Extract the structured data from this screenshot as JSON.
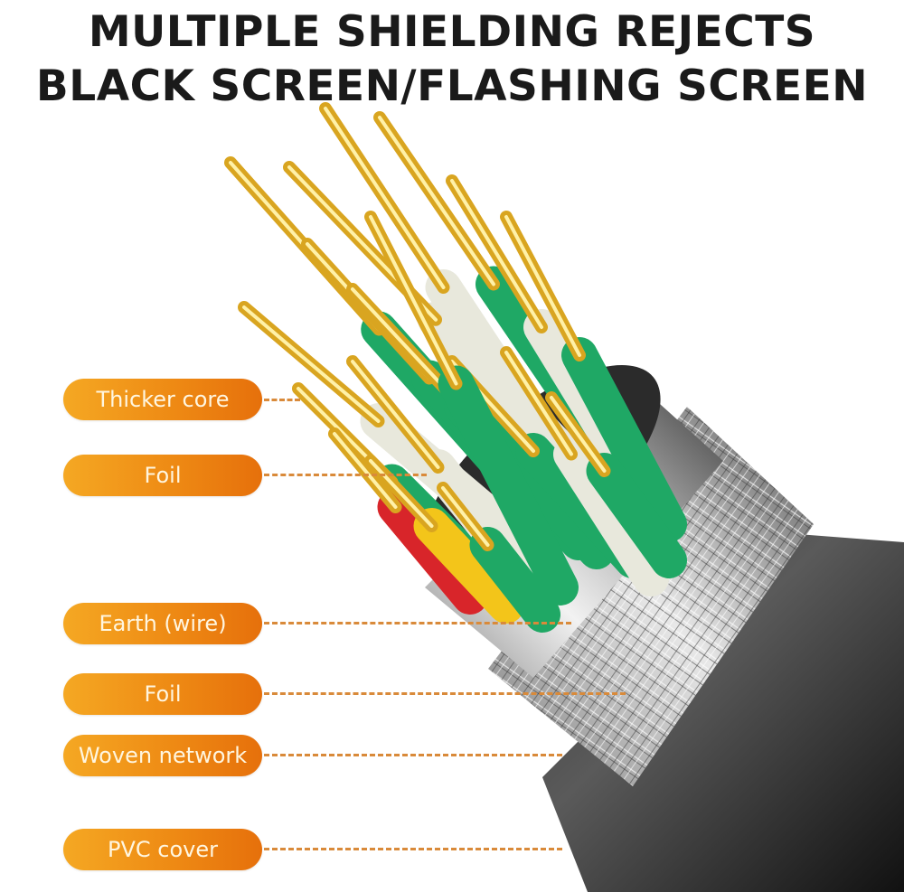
{
  "headline": {
    "line1": "MULTIPLE SHIELDING REJECTS",
    "line2": "BLACK SCREEN/FLASHING SCREEN"
  },
  "callouts": [
    {
      "label": "Thicker core"
    },
    {
      "label": "Foil"
    },
    {
      "label": "Earth (wire)"
    },
    {
      "label": "Foil"
    },
    {
      "label": "Woven network"
    },
    {
      "label": "PVC cover"
    }
  ],
  "colors": {
    "label_start": "#f5a823",
    "label_end": "#e6700b",
    "dash": "#d98a3a"
  }
}
